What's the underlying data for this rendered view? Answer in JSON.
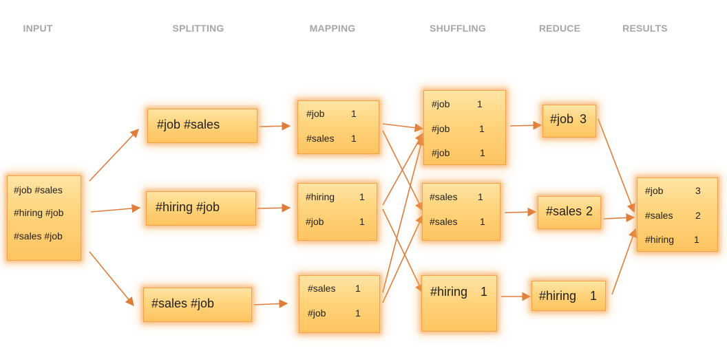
{
  "headers": {
    "input": "INPUT",
    "splitting": "SPLITTING",
    "mapping": "MAPPING",
    "shuffling": "SHUFFLING",
    "reduce": "REDUCE",
    "results": "RESULTS"
  },
  "input": [
    "#job #sales",
    "#hiring #job",
    "#sales #job"
  ],
  "splitting": [
    "#job #sales",
    "#hiring #job",
    "#sales #job"
  ],
  "mapping": [
    [
      {
        "key": "#job",
        "count": "1"
      },
      {
        "key": "#sales",
        "count": "1"
      }
    ],
    [
      {
        "key": "#hiring",
        "count": "1"
      },
      {
        "key": "#job",
        "count": "1"
      }
    ],
    [
      {
        "key": "#sales",
        "count": "1"
      },
      {
        "key": "#job",
        "count": "1"
      }
    ]
  ],
  "shuffling": [
    [
      {
        "key": "#job",
        "count": "1"
      },
      {
        "key": "#job",
        "count": "1"
      },
      {
        "key": "#job",
        "count": "1"
      }
    ],
    [
      {
        "key": "#sales",
        "count": "1"
      },
      {
        "key": "#sales",
        "count": "1"
      }
    ],
    [
      {
        "key": "#hiring",
        "count": "1"
      }
    ]
  ],
  "reduce": [
    {
      "key": "#job",
      "count": "3"
    },
    {
      "key": "#sales",
      "count": "2"
    },
    {
      "key": "#hiring",
      "count": "1"
    }
  ],
  "results": [
    {
      "key": "#job",
      "count": "3"
    },
    {
      "key": "#sales",
      "count": "2"
    },
    {
      "key": "#hiring",
      "count": "1"
    }
  ],
  "colors": {
    "arrow": "#e07b39",
    "box_border": "#f4a24a",
    "box_fill": "#ffd47c",
    "header_text": "#a6a6a6"
  }
}
